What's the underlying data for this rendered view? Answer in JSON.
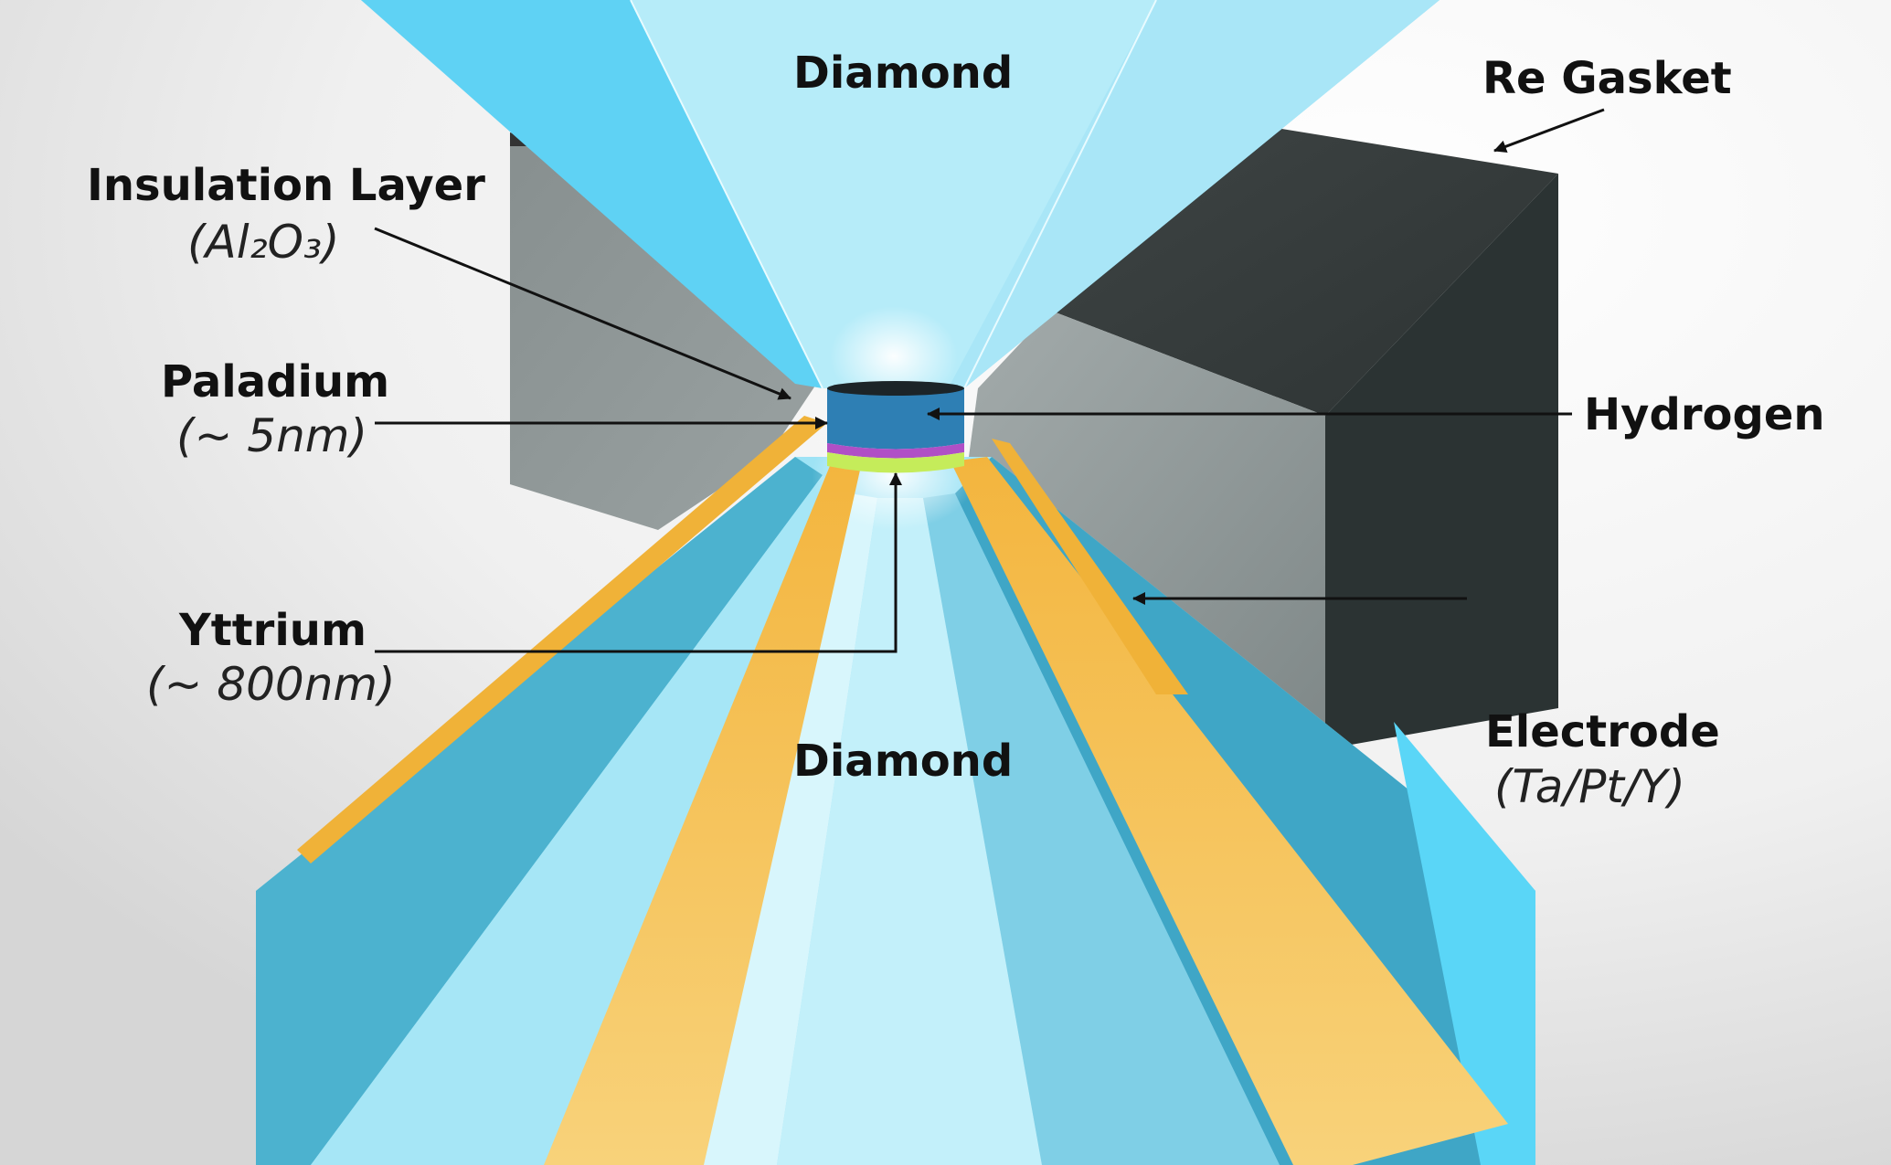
{
  "labels": {
    "diamond_top": "Diamond",
    "diamond_bottom": "Diamond",
    "re_gasket": "Re Gasket",
    "insulation_layer": "Insulation Layer",
    "insulation_formula": "(Al₂O₃)",
    "paladium": "Paladium",
    "paladium_thickness": "(~ 5nm)",
    "hydrogen": "Hydrogen",
    "yttrium": "Yttrium",
    "yttrium_thickness": "(~ 800nm)",
    "electrode": "Electrode",
    "electrode_material": "(Ta/Pt/Y)"
  },
  "colors": {
    "diamond_light": "#bdeef8",
    "diamond_mid": "#7fd7f0",
    "diamond_bright": "#5cd4f7",
    "diamond_dark": "#3a98b8",
    "gasket_top": "#383d3d",
    "gasket_side": "#2c3434",
    "gasket_front": "#8d9696",
    "electrode_gold": "#f6bd4c",
    "hydrogen_sample": "#2e7fb4",
    "paladium_layer": "#b04fc6",
    "yttrium_layer": "#c5ec5a"
  }
}
